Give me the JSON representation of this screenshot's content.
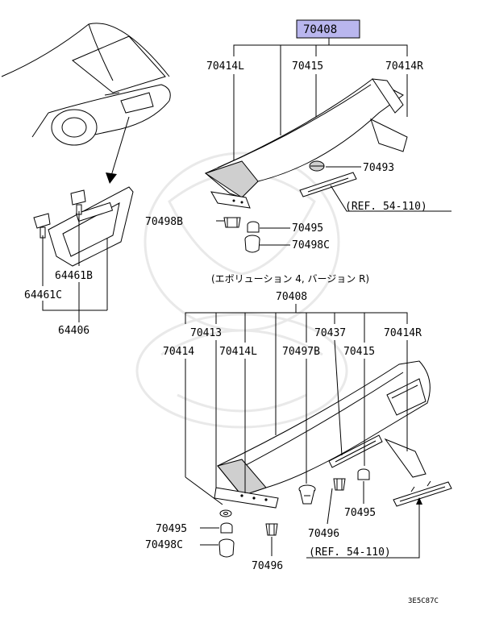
{
  "top": {
    "assembly": "70408",
    "assembly_highlight": "#b9b6ee",
    "labels": {
      "l70414L": "70414L",
      "l70415": "70415",
      "l70414R": "70414R",
      "l70493": "70493",
      "ref": "(REF. 54-110)",
      "l70498B": "70498B",
      "l70495": "70495",
      "l70498C": "70498C"
    }
  },
  "left": {
    "labels": {
      "l64461B": "64461B",
      "l64461C": "64461C",
      "l64406": "64406"
    }
  },
  "bottom": {
    "caption": "(エボリューション 4, バージョン R)",
    "assembly": "70408",
    "labels": {
      "l70413": "70413",
      "l70437": "70437",
      "l70414R": "70414R",
      "l70414": "70414",
      "l70414L": "70414L",
      "l70497B": "70497B",
      "l70415": "70415",
      "l70495a": "70495",
      "l70495b": "70495",
      "l70498C": "70498C",
      "l70496a": "70496",
      "l70496b": "70496",
      "ref": "(REF. 54-110)"
    }
  },
  "footer": {
    "code": "3E5C87C"
  }
}
